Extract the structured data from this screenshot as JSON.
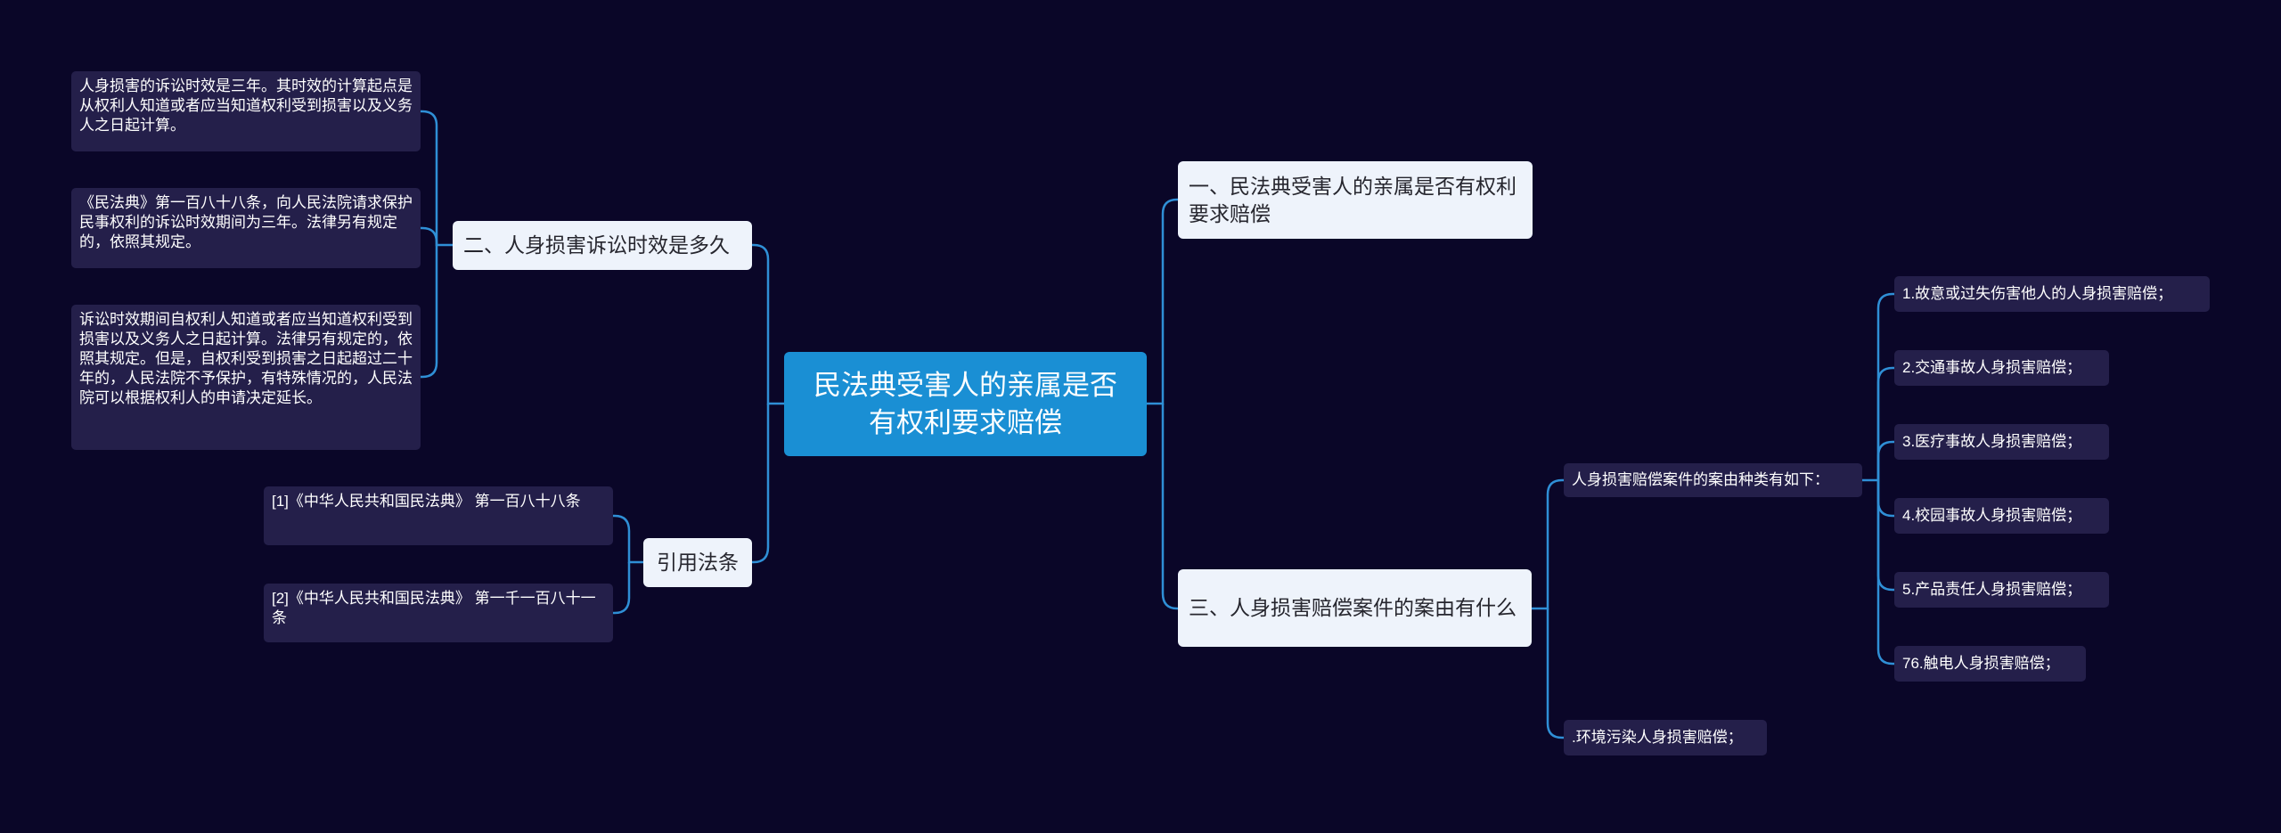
{
  "root": {
    "title": "民法典受害人的亲属是否有权利要求赔偿"
  },
  "left": {
    "branch_limitation": {
      "label": "二、人身损害诉讼时效是多久",
      "leaves": [
        "人身损害的诉讼时效是三年。其时效的计算起点是从权利人知道或者应当知道权利受到损害以及义务人之日起计算。",
        "《民法典》第一百八十八条，向人民法院请求保护民事权利的诉讼时效期间为三年。法律另有规定的，依照其规定。",
        "诉讼时效期间自权利人知道或者应当知道权利受到损害以及义务人之日起计算。法律另有规定的，依照其规定。但是，自权利受到损害之日起超过二十年的，人民法院不予保护，有特殊情况的，人民法院可以根据权利人的申请决定延长。"
      ]
    },
    "branch_citations": {
      "label": "引用法条",
      "leaves": [
        "[1]《中华人民共和国民法典》 第一百八十八条",
        "[2]《中华人民共和国民法典》 第一千一百八十一条"
      ]
    }
  },
  "right": {
    "branch_relatives": {
      "label": "一、民法典受害人的亲属是否有权利要求赔偿"
    },
    "branch_cases": {
      "label": "三、人身损害赔偿案件的案由有什么",
      "intro": "人身损害赔偿案件的案由种类有如下：",
      "items": [
        "1.故意或过失伤害他人的人身损害赔偿；",
        "2.交通事故人身损害赔偿；",
        "3.医疗事故人身损害赔偿；",
        "4.校园事故人身损害赔偿；",
        "5.产品责任人身损害赔偿；",
        "76.触电人身损害赔偿；"
      ],
      "extra": ".环境污染人身损害赔偿；"
    }
  },
  "colors": {
    "background": "#0a0628",
    "root": "#1a8fd4",
    "branch": "#eef3fb",
    "leaf": "#241f4a",
    "connector": "#2f8fd6"
  }
}
